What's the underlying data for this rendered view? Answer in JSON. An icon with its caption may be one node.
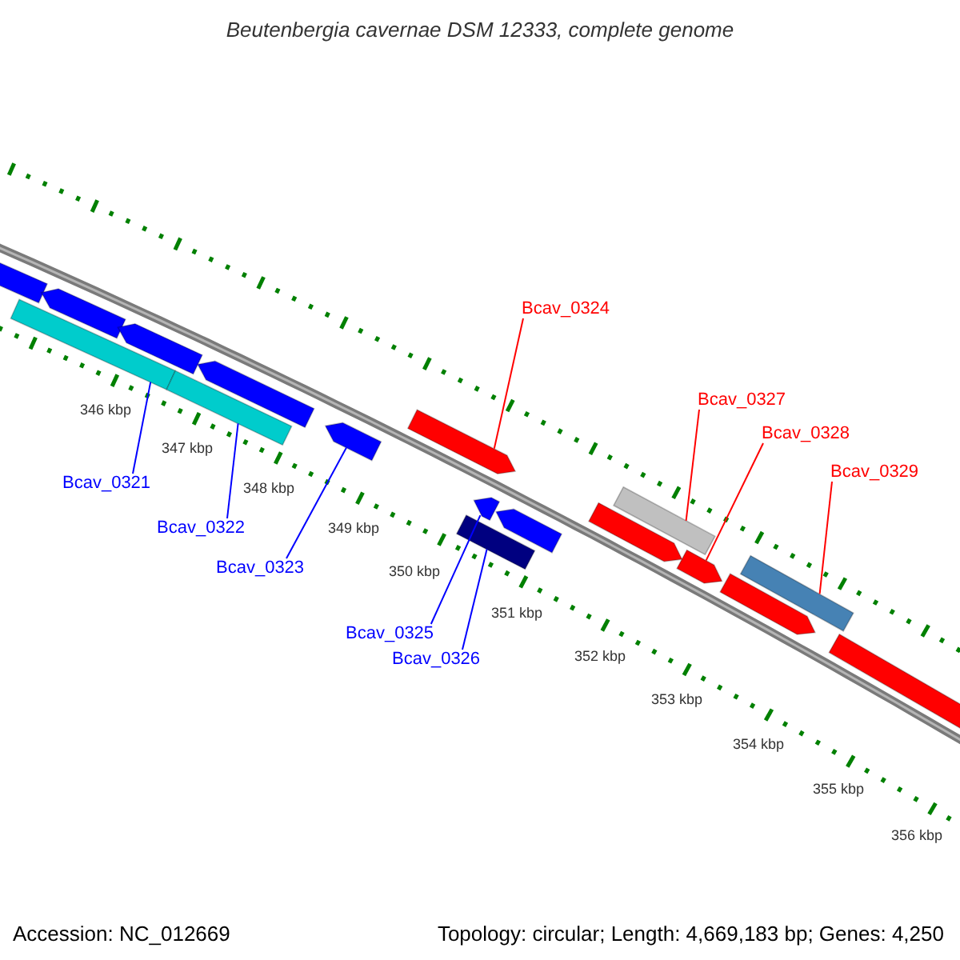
{
  "diagram": {
    "title": "Beutenbergia cavernae DSM 12333, complete genome",
    "nodes": [
      {
        "text": [
          "Bcav_0321"
        ]
      },
      {
        "text": [
          "Bcav_0322"
        ]
      },
      {
        "text": [
          "Bcav_0323"
        ]
      },
      {
        "text": [
          "Bcav_0324"
        ]
      },
      {
        "text": [
          "Bcav_0325"
        ]
      },
      {
        "text": [
          "Bcav_0326"
        ]
      },
      {
        "text": [
          "Bcav_0327"
        ]
      },
      {
        "text": [
          "Bcav_0328"
        ]
      },
      {
        "text": [
          "Bcav_0329"
        ]
      },
      {
        "text": [],
        "shape": "bar"
      },
      {
        "text": [],
        "shape": "bar"
      },
      {
        "text": [],
        "shape": "bar"
      },
      {
        "text": [],
        "shape": "bar"
      },
      {
        "text": [],
        "shape": "bar"
      },
      {
        "text": [],
        "shape": "bar"
      },
      {
        "text": [],
        "shape": "bar"
      },
      {
        "text": [],
        "shape": "bar"
      },
      {
        "text": [],
        "shape": "bar"
      },
      {
        "text": [],
        "shape": "bar"
      },
      {
        "text": [],
        "shape": "bar"
      },
      {
        "text": [],
        "shape": "bar"
      },
      {
        "text": [],
        "shape": "bar"
      },
      {
        "text": [],
        "shape": "bar"
      },
      {
        "text": [],
        "shape": "bar"
      },
      {
        "text": [],
        "shape": "bar"
      },
      {
        "text": [],
        "shape": "bar"
      }
    ],
    "edges": [
      {
        "from": 0,
        "to": 10,
        "arrow": "none"
      },
      {
        "from": 1,
        "to": 13,
        "arrow": "none"
      },
      {
        "from": 2,
        "to": 15,
        "arrow": "none"
      },
      {
        "from": 3,
        "to": 16,
        "arrow": "none",
        "color": "#ff0000"
      },
      {
        "from": 4,
        "to": 18,
        "arrow": "none"
      },
      {
        "from": 5,
        "to": 17,
        "arrow": "none"
      },
      {
        "from": 6,
        "to": 21,
        "arrow": "none",
        "color": "#ff0000"
      },
      {
        "from": 7,
        "to": 22,
        "arrow": "none",
        "color": "#ff0000"
      },
      {
        "from": 8,
        "to": 24,
        "arrow": "none",
        "color": "#ff0000"
      }
    ],
    "labels": [
      "346 kbp",
      "347 kbp",
      "348 kbp",
      "349 kbp",
      "350 kbp",
      "351 kbp",
      "352 kbp",
      "353 kbp",
      "354 kbp",
      "355 kbp",
      "356 kbp",
      "Accession: NC_012669",
      "Topology: circular; Length: 4,669,183 bp; Genes: 4,250"
    ]
  }
}
